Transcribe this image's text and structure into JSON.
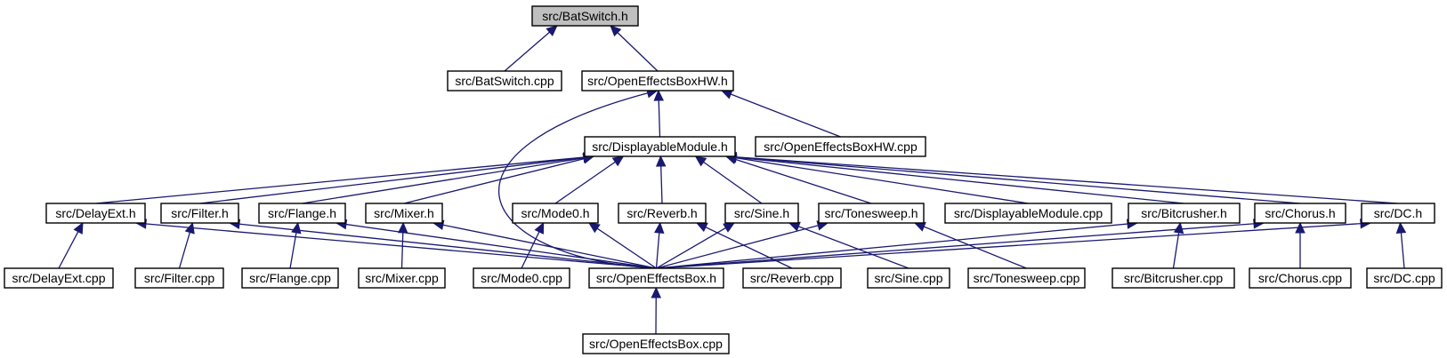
{
  "graph": {
    "root": "bat-switch-h",
    "edge_color": "#191970",
    "highlight_fill": "#bfbfbf",
    "nodes": [
      {
        "id": "bat-switch-h",
        "label": "src/BatSwitch.h",
        "highlight": true
      },
      {
        "id": "bat-switch-cpp",
        "label": "src/BatSwitch.cpp"
      },
      {
        "id": "open-effects-box-hw-h",
        "label": "src/OpenEffectsBoxHW.h"
      },
      {
        "id": "displayable-module-h",
        "label": "src/DisplayableModule.h"
      },
      {
        "id": "open-effects-box-hw-cpp",
        "label": "src/OpenEffectsBoxHW.cpp"
      },
      {
        "id": "delay-ext-h",
        "label": "src/DelayExt.h"
      },
      {
        "id": "filter-h",
        "label": "src/Filter.h"
      },
      {
        "id": "flange-h",
        "label": "src/Flange.h"
      },
      {
        "id": "mixer-h",
        "label": "src/Mixer.h"
      },
      {
        "id": "mode0-h",
        "label": "src/Mode0.h"
      },
      {
        "id": "reverb-h",
        "label": "src/Reverb.h"
      },
      {
        "id": "sine-h",
        "label": "src/Sine.h"
      },
      {
        "id": "tonesweep-h",
        "label": "src/Tonesweep.h"
      },
      {
        "id": "displayable-module-cpp",
        "label": "src/DisplayableModule.cpp"
      },
      {
        "id": "bitcrusher-h",
        "label": "src/Bitcrusher.h"
      },
      {
        "id": "chorus-h",
        "label": "src/Chorus.h"
      },
      {
        "id": "dc-h",
        "label": "src/DC.h"
      },
      {
        "id": "delay-ext-cpp",
        "label": "src/DelayExt.cpp"
      },
      {
        "id": "filter-cpp",
        "label": "src/Filter.cpp"
      },
      {
        "id": "flange-cpp",
        "label": "src/Flange.cpp"
      },
      {
        "id": "mixer-cpp",
        "label": "src/Mixer.cpp"
      },
      {
        "id": "mode0-cpp",
        "label": "src/Mode0.cpp"
      },
      {
        "id": "open-effects-box-h",
        "label": "src/OpenEffectsBox.h"
      },
      {
        "id": "reverb-cpp",
        "label": "src/Reverb.cpp"
      },
      {
        "id": "sine-cpp",
        "label": "src/Sine.cpp"
      },
      {
        "id": "tonesweep-cpp",
        "label": "src/Tonesweep.cpp"
      },
      {
        "id": "bitcrusher-cpp",
        "label": "src/Bitcrusher.cpp"
      },
      {
        "id": "chorus-cpp",
        "label": "src/Chorus.cpp"
      },
      {
        "id": "dc-cpp",
        "label": "src/DC.cpp"
      },
      {
        "id": "open-effects-box-cpp",
        "label": "src/OpenEffectsBox.cpp"
      }
    ],
    "edges": [
      {
        "from": "bat-switch-h",
        "to": "bat-switch-cpp"
      },
      {
        "from": "bat-switch-h",
        "to": "open-effects-box-hw-h"
      },
      {
        "from": "open-effects-box-hw-h",
        "to": "displayable-module-h"
      },
      {
        "from": "open-effects-box-hw-h",
        "to": "open-effects-box-hw-cpp"
      },
      {
        "from": "open-effects-box-hw-h",
        "to": "open-effects-box-h"
      },
      {
        "from": "displayable-module-h",
        "to": "delay-ext-h"
      },
      {
        "from": "displayable-module-h",
        "to": "filter-h"
      },
      {
        "from": "displayable-module-h",
        "to": "flange-h"
      },
      {
        "from": "displayable-module-h",
        "to": "mixer-h"
      },
      {
        "from": "displayable-module-h",
        "to": "mode0-h"
      },
      {
        "from": "displayable-module-h",
        "to": "reverb-h"
      },
      {
        "from": "displayable-module-h",
        "to": "sine-h"
      },
      {
        "from": "displayable-module-h",
        "to": "tonesweep-h"
      },
      {
        "from": "displayable-module-h",
        "to": "displayable-module-cpp"
      },
      {
        "from": "displayable-module-h",
        "to": "bitcrusher-h"
      },
      {
        "from": "displayable-module-h",
        "to": "chorus-h"
      },
      {
        "from": "displayable-module-h",
        "to": "dc-h"
      },
      {
        "from": "delay-ext-h",
        "to": "delay-ext-cpp"
      },
      {
        "from": "delay-ext-h",
        "to": "open-effects-box-h"
      },
      {
        "from": "filter-h",
        "to": "filter-cpp"
      },
      {
        "from": "filter-h",
        "to": "open-effects-box-h"
      },
      {
        "from": "flange-h",
        "to": "flange-cpp"
      },
      {
        "from": "flange-h",
        "to": "open-effects-box-h"
      },
      {
        "from": "mixer-h",
        "to": "mixer-cpp"
      },
      {
        "from": "mixer-h",
        "to": "open-effects-box-h"
      },
      {
        "from": "mode0-h",
        "to": "mode0-cpp"
      },
      {
        "from": "mode0-h",
        "to": "open-effects-box-h"
      },
      {
        "from": "reverb-h",
        "to": "reverb-cpp"
      },
      {
        "from": "reverb-h",
        "to": "open-effects-box-h"
      },
      {
        "from": "sine-h",
        "to": "sine-cpp"
      },
      {
        "from": "sine-h",
        "to": "open-effects-box-h"
      },
      {
        "from": "tonesweep-h",
        "to": "tonesweep-cpp"
      },
      {
        "from": "tonesweep-h",
        "to": "open-effects-box-h"
      },
      {
        "from": "bitcrusher-h",
        "to": "bitcrusher-cpp"
      },
      {
        "from": "bitcrusher-h",
        "to": "open-effects-box-h"
      },
      {
        "from": "chorus-h",
        "to": "chorus-cpp"
      },
      {
        "from": "chorus-h",
        "to": "open-effects-box-h"
      },
      {
        "from": "dc-h",
        "to": "dc-cpp"
      },
      {
        "from": "dc-h",
        "to": "open-effects-box-h"
      },
      {
        "from": "open-effects-box-h",
        "to": "open-effects-box-cpp"
      }
    ]
  }
}
